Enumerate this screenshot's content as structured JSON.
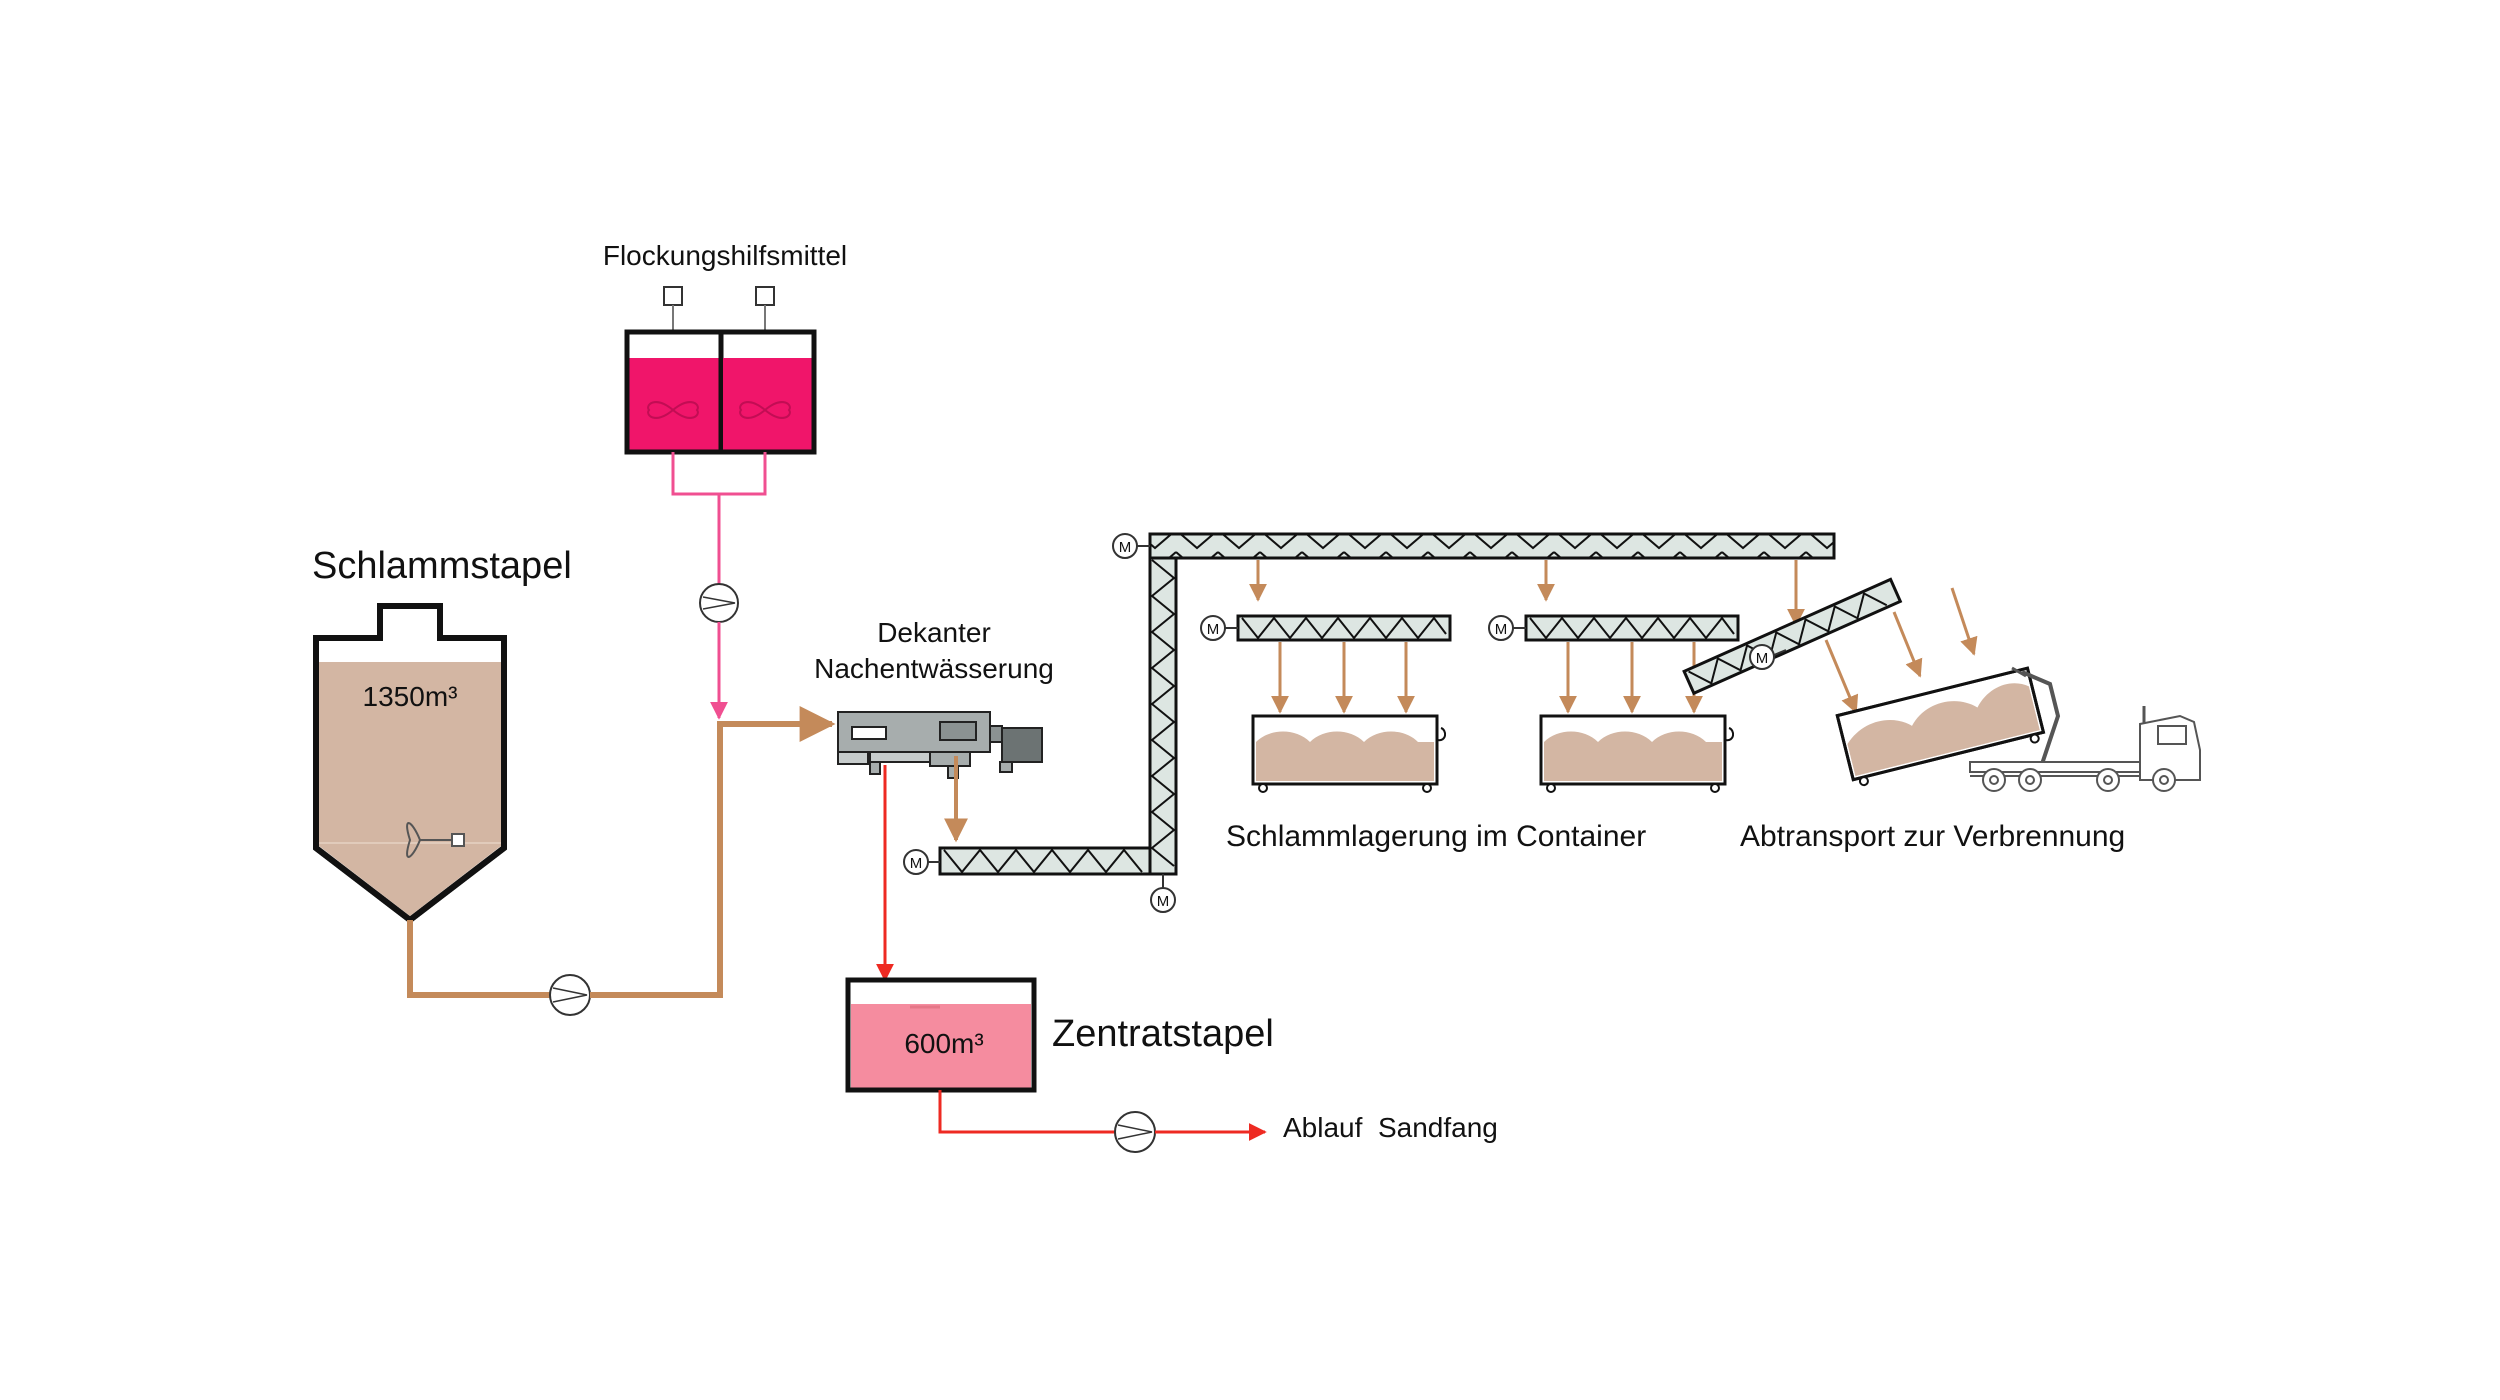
{
  "labels": {
    "flocculant": "Flockungshilfsmittel",
    "sludge_storage": "Schlammstapel",
    "sludge_volume": "1350m³",
    "decanter_line1": "Dekanter",
    "decanter_line2": "Nachentwässerung",
    "centrate_storage": "Zentratstapel",
    "centrate_volume": "600m³",
    "outflow": "Ablauf  Sandfang",
    "container_storage": "Schlammlagerung im Container",
    "transport": "Abtransport zur Verbrennung",
    "motor_symbol": "M"
  },
  "colors": {
    "sludge_fill": "#d3b6a3",
    "sludge_line": "#c48a5a",
    "flocculant_fill": "#f0156a",
    "flocculant_line": "#f04f91",
    "centrate_fill": "#f58c9f",
    "centrate_line": "#ee2a22",
    "screw_fill": "#dde6e2",
    "decanter_fill": "#a7adad",
    "outline": "#111111"
  }
}
